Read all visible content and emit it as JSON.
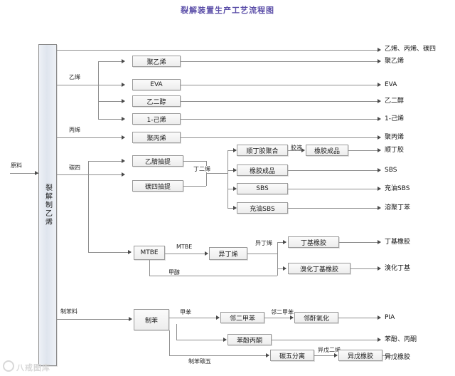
{
  "title": "裂解装置生产工艺流程图",
  "watermark": "八戒图库",
  "feed": {
    "label": "原料"
  },
  "column": {
    "label": "裂解制乙烯"
  },
  "stream_labels": {
    "ethylene": "乙烯",
    "propylene": "丙烯",
    "c4": "碳四",
    "benzene_feed": "制苯料",
    "butadiene": "丁二烯",
    "mtbe": "MTBE",
    "methanol": "甲醇",
    "isobutylene": "异丁烯",
    "glue": "胶液",
    "toluene": "甲苯",
    "ortho_xylene": "邻二甲苯",
    "benzene_c5": "制苯碳五",
    "isoprene": "异戊二烯"
  },
  "boxes": [
    {
      "id": "pe",
      "label": "聚乙烯"
    },
    {
      "id": "eva",
      "label": "EVA"
    },
    {
      "id": "eg",
      "label": "乙二醇"
    },
    {
      "id": "hexene",
      "label": "1-己烯"
    },
    {
      "id": "pp",
      "label": "聚丙烯"
    },
    {
      "id": "acn",
      "label": "乙腈抽提"
    },
    {
      "id": "c4ext",
      "label": "碳四抽提"
    },
    {
      "id": "brpoly",
      "label": "顺丁胶聚合"
    },
    {
      "id": "rubber",
      "label": "橡胶成品"
    },
    {
      "id": "sbs",
      "label": "SBS"
    },
    {
      "id": "oilsbs",
      "label": "充油SBS"
    },
    {
      "id": "ssbr",
      "label": "溶聚丁苯"
    },
    {
      "id": "mtbe",
      "label": "MTBE"
    },
    {
      "id": "ib",
      "label": "异丁烯"
    },
    {
      "id": "iir",
      "label": "丁基橡胶"
    },
    {
      "id": "biir",
      "label": "溴化丁基橡胶"
    },
    {
      "id": "benzene",
      "label": "制苯"
    },
    {
      "id": "oxylene",
      "label": "邻二甲苯"
    },
    {
      "id": "panhydride",
      "label": "邻酐氧化"
    },
    {
      "id": "phenol",
      "label": "苯酚丙酮"
    },
    {
      "id": "c5sep",
      "label": "碳五分离"
    },
    {
      "id": "ir",
      "label": "异戊橡胶"
    }
  ],
  "outputs": [
    {
      "id": "o1",
      "label": "乙烯、丙烯、碳四"
    },
    {
      "id": "o2",
      "label": "聚乙烯"
    },
    {
      "id": "o3",
      "label": "EVA"
    },
    {
      "id": "o4",
      "label": "乙二醇"
    },
    {
      "id": "o5",
      "label": "1-己烯"
    },
    {
      "id": "o6",
      "label": "聚丙烯"
    },
    {
      "id": "o7",
      "label": "顺丁胶"
    },
    {
      "id": "o8",
      "label": "SBS"
    },
    {
      "id": "o9",
      "label": "充油SBS"
    },
    {
      "id": "o10",
      "label": "溶聚丁苯"
    },
    {
      "id": "o11",
      "label": "丁基橡胶"
    },
    {
      "id": "o12",
      "label": "溴化丁基"
    },
    {
      "id": "o13",
      "label": "PIA"
    },
    {
      "id": "o14",
      "label": "苯酚、丙酮"
    },
    {
      "id": "o15",
      "label": "异戊橡胶"
    }
  ],
  "colors": {
    "title": "#5b4ea8",
    "line": "#8e8e8e",
    "box_fill": "#f4f4f4",
    "box_border": "#8d8d8d",
    "column_fill": "#e4e9f1"
  }
}
